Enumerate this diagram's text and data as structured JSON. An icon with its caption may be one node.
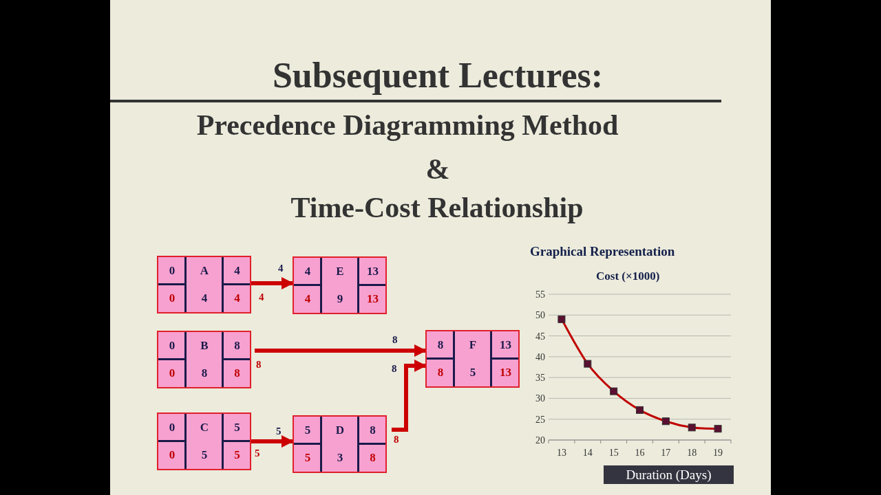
{
  "diagram": {
    "title": "Subsequent Lectures:",
    "nodes": [
      {
        "text": [
          "0",
          "A",
          "4",
          "0",
          "4",
          "4"
        ]
      },
      {
        "text": [
          "4",
          "E",
          "13",
          "4",
          "9",
          "13"
        ]
      },
      {
        "text": [
          "0",
          "B",
          "8",
          "0",
          "8",
          "8"
        ]
      },
      {
        "text": [
          "8",
          "F",
          "13",
          "8",
          "5",
          "13"
        ]
      },
      {
        "text": [
          "0",
          "C",
          "5",
          "0",
          "5",
          "5"
        ]
      },
      {
        "text": [
          "5",
          "D",
          "8",
          "5",
          "3",
          "8"
        ]
      }
    ],
    "edges": [
      {
        "from": 0,
        "to": 1,
        "arrow": "to"
      },
      {
        "from": 2,
        "to": 3,
        "arrow": "to"
      },
      {
        "from": 4,
        "to": 5,
        "arrow": "to"
      },
      {
        "from": 5,
        "to": 3,
        "arrow": "to"
      }
    ],
    "labels": [
      "Precedence Diagramming Method",
      "&",
      "Time-Cost Relationship",
      "4",
      "4",
      "8",
      "8",
      "8",
      "5",
      "5",
      "8"
    ],
    "chart_data": {
      "type": "line",
      "title": "Graphical Representation",
      "xlabel": "Duration (Days)",
      "ylabel": "Cost (×1000)",
      "categories": [
        "13",
        "14",
        "15",
        "16",
        "17",
        "18",
        "19"
      ],
      "series": [
        {
          "name": null,
          "color": "#c00000",
          "marker": "square",
          "values": [
            49,
            38.3,
            31.7,
            27.2,
            24.5,
            23,
            22.7
          ]
        }
      ],
      "grid": true,
      "ylim": [
        20,
        55
      ],
      "yticks": [
        20,
        25,
        30,
        35,
        40,
        45,
        50,
        55
      ]
    }
  }
}
